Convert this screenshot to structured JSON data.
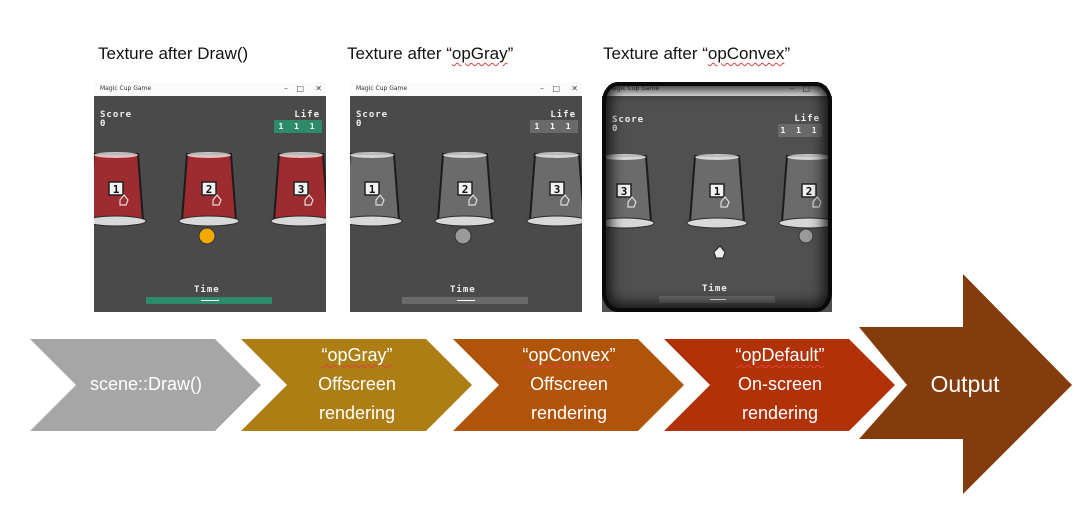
{
  "captions": {
    "draw_prefix": "Texture after Draw()",
    "gray_prefix": "Texture after “",
    "gray_word": "opGray",
    "gray_suffix": "”",
    "convex_prefix": "Texture after “",
    "convex_word": "opConvex",
    "convex_suffix": "”"
  },
  "game": {
    "window_title": "Magic Cup Game",
    "score_label": "Score",
    "score_value": "0",
    "life_label": "Life",
    "life_value": "1 1 1",
    "time_label": "Time",
    "minimize_glyph": "–",
    "maximize_glyph": "□",
    "close_glyph": "✕"
  },
  "screens": [
    {
      "cups": [
        "1",
        "2",
        "3"
      ],
      "cup_color": "#9e2b2f",
      "accent": "#2e8b6a",
      "ball_color": "#f2a900"
    },
    {
      "cups": [
        "1",
        "2",
        "3"
      ],
      "cup_color": "#6b6b6b",
      "accent": "#6a6a6a",
      "ball_color": "#9a9a9a"
    },
    {
      "cups": [
        "3",
        "1",
        "2"
      ],
      "cup_color": "#6b6b6b",
      "accent": "#6a6a6a",
      "ball_color": "#9a9a9a"
    }
  ],
  "pipeline": [
    {
      "line1": "scene::Draw()",
      "color": "#a6a6a6"
    },
    {
      "line1": "“opGray”",
      "line2": "Offscreen",
      "line3": "rendering",
      "color": "#ad7e14"
    },
    {
      "line1": "“opConvex”",
      "line2": "Offscreen",
      "line3": "rendering",
      "color": "#b0540a"
    },
    {
      "line1": "“opDefault”",
      "line2": "On-screen",
      "line3": "rendering",
      "color": "#b23208"
    },
    {
      "line1": "Output",
      "color": "#843c0c"
    }
  ]
}
